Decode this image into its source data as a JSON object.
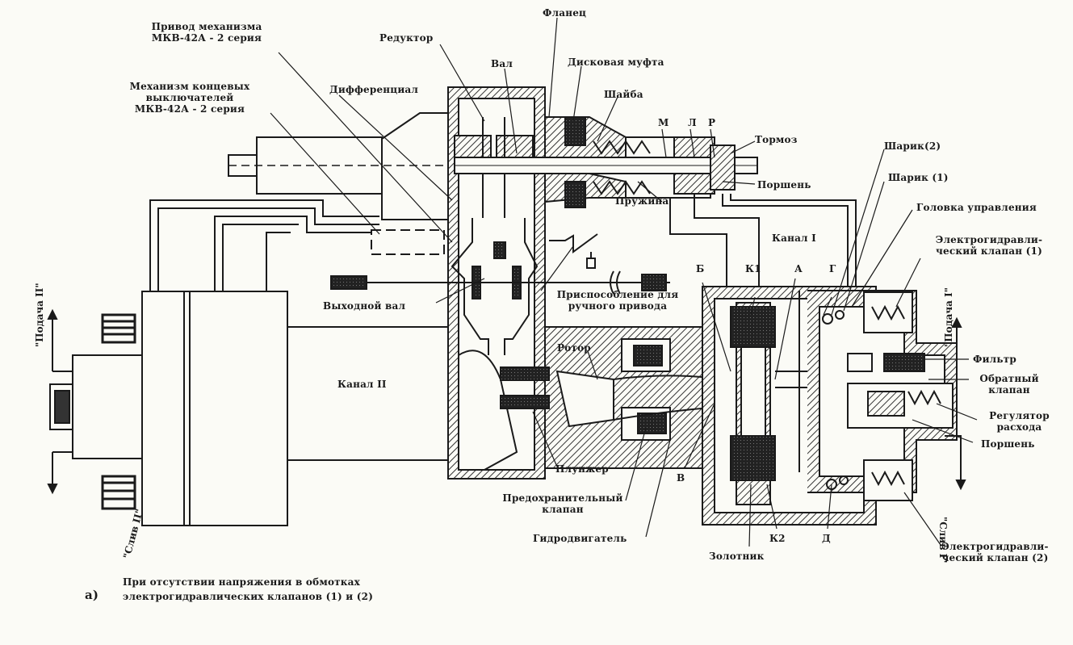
{
  "colors": {
    "ink": "#1a1a1a",
    "paper": "#fbfbf6",
    "hatch": "#555555"
  },
  "labels": {
    "privod_1": "Привод механизма",
    "privod_2": "МКВ-42А  - 2 серия",
    "mech_1": "Механизм концевых",
    "mech_2": "выключателей",
    "mech_3": "МКВ-42А  - 2 серия",
    "differential": "Дифференциал",
    "reduktor": "Редуктор",
    "val": "Вал",
    "flanec": "Фланец",
    "diskovaya": "Дисковая муфта",
    "shaiba": "Шайба",
    "m": "М",
    "l": "Л",
    "r": "Р",
    "tormoz": "Тормоз",
    "porshen_top": "Поршень",
    "sharik2": "Шарик(2)",
    "sharik1": "Шарик (1)",
    "golovka": "Головка управления",
    "egk1_1": "Электрогидравли-",
    "egk1_2": "ческий клапан (1)",
    "pruzhina": "Пружина",
    "kanal1": "Канал I",
    "b": "Б",
    "k1": "К1",
    "a": "А",
    "g": "Г",
    "vyhodnoy": "Выходной вал",
    "prisp_1": "Приспособление для",
    "prisp_2": "ручного привода",
    "rotor": "Ротор",
    "kanal2": "Канал II",
    "filtr": "Фильтр",
    "obratny_1": "Обратный",
    "obratny_2": "клапан",
    "regulator_1": "Регулятор",
    "regulator_2": "расхода",
    "porshen_right": "Поршень",
    "plunzher": "Плунжер",
    "predohr_1": "Предохранительный",
    "predohr_2": "клапан",
    "v": "В",
    "gidrodv": "Гидродвигатель",
    "zolotnik": "Золотник",
    "k2": "К2",
    "d": "Д",
    "egk2_1": "Электрогидравли-",
    "egk2_2": "ческий клапан (2)",
    "podacha2": "\"Подача II\"",
    "sliv2": "\"Слив II\"",
    "podacha1": "\"Подача I\"",
    "sliv1": "\"Слив I\"",
    "caption_letter": "а)",
    "caption_1": "При отсутствии напряжения в обмотках",
    "caption_2": "электрогидравлических клапанов (1) и (2)"
  }
}
